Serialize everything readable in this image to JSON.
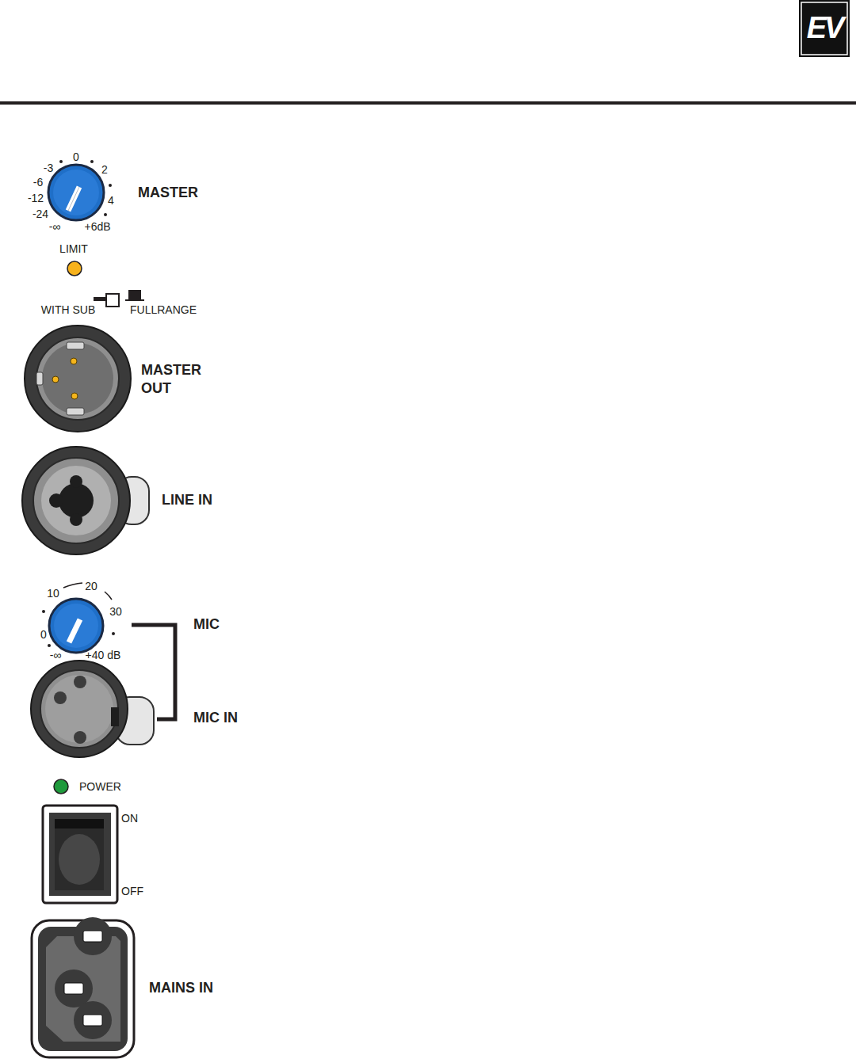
{
  "diagram": {
    "labels": [
      "EV",
      "0",
      "-3",
      "2",
      "-6",
      "-12",
      "4",
      "-24",
      "-∞",
      "+6dB",
      "MASTER",
      "LIMIT",
      "WITH SUB",
      "FULLRANGE",
      "MASTER OUT",
      "LINE IN",
      "10",
      "20",
      "30",
      "0",
      "-∞",
      "+40 dB",
      "MIC",
      "MIC IN",
      "POWER",
      "ON",
      "OFF",
      "MAINS IN"
    ]
  }
}
